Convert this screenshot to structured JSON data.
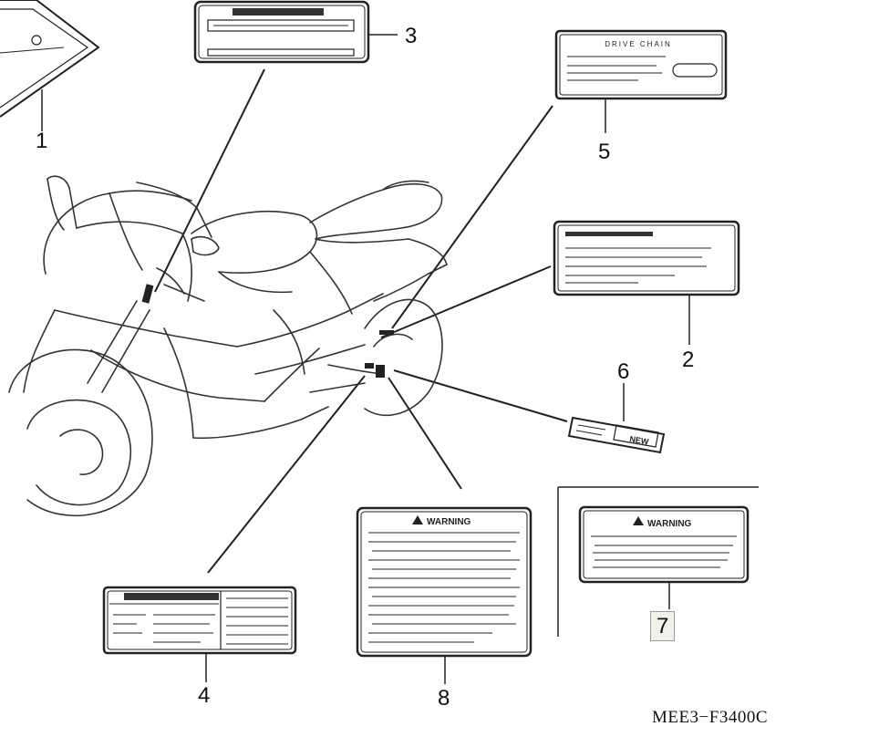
{
  "callouts": {
    "c1": "1",
    "c2": "2",
    "c3": "3",
    "c4": "4",
    "c5": "5",
    "c6": "6",
    "c7": "7",
    "c8": "8"
  },
  "diagram_code": "MEE3−F3400C",
  "labels": {
    "drive_chain": "DRIVE CHAIN",
    "warning_8": "WARNING",
    "warning_7": "WARNING",
    "new": "NEW"
  }
}
